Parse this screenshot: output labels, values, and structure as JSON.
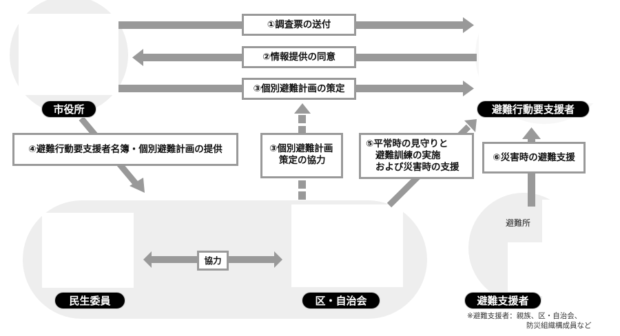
{
  "title": "避難行動要支援者支援の流れ",
  "colors": {
    "arrow": "#999999",
    "background_shape": "#eeeeee",
    "pill_bg": "#000000",
    "pill_text": "#ffffff",
    "box_border": "#999999"
  },
  "actors": {
    "city_hall": "市役所",
    "person_needing_support": "避難行動要支援者",
    "welfare_commissioner": "民生委員",
    "district_association": "区・自治会",
    "evacuation_supporter": "避難支援者",
    "shelter": "避難所"
  },
  "steps": {
    "step1": "①調査票の送付",
    "step2": "②情報提供の同意",
    "step3": "③個別避難計画の策定",
    "step3b_line1": "③個別避難計画",
    "step3b_line2": "策定の協力",
    "step4": "④避難行動要支援者名簿・個別避難計画の提供",
    "step5_line1": "⑤平常時の見守りと",
    "step5_line2": "避難訓練の実施",
    "step5_line3": "および災害時の支援",
    "step6": "⑥災害時の避難支援",
    "cooperation": "協力"
  },
  "footnote": {
    "line1": "※避難支援者：親族、区・自治会、",
    "line2": "防災組織構成員など"
  }
}
